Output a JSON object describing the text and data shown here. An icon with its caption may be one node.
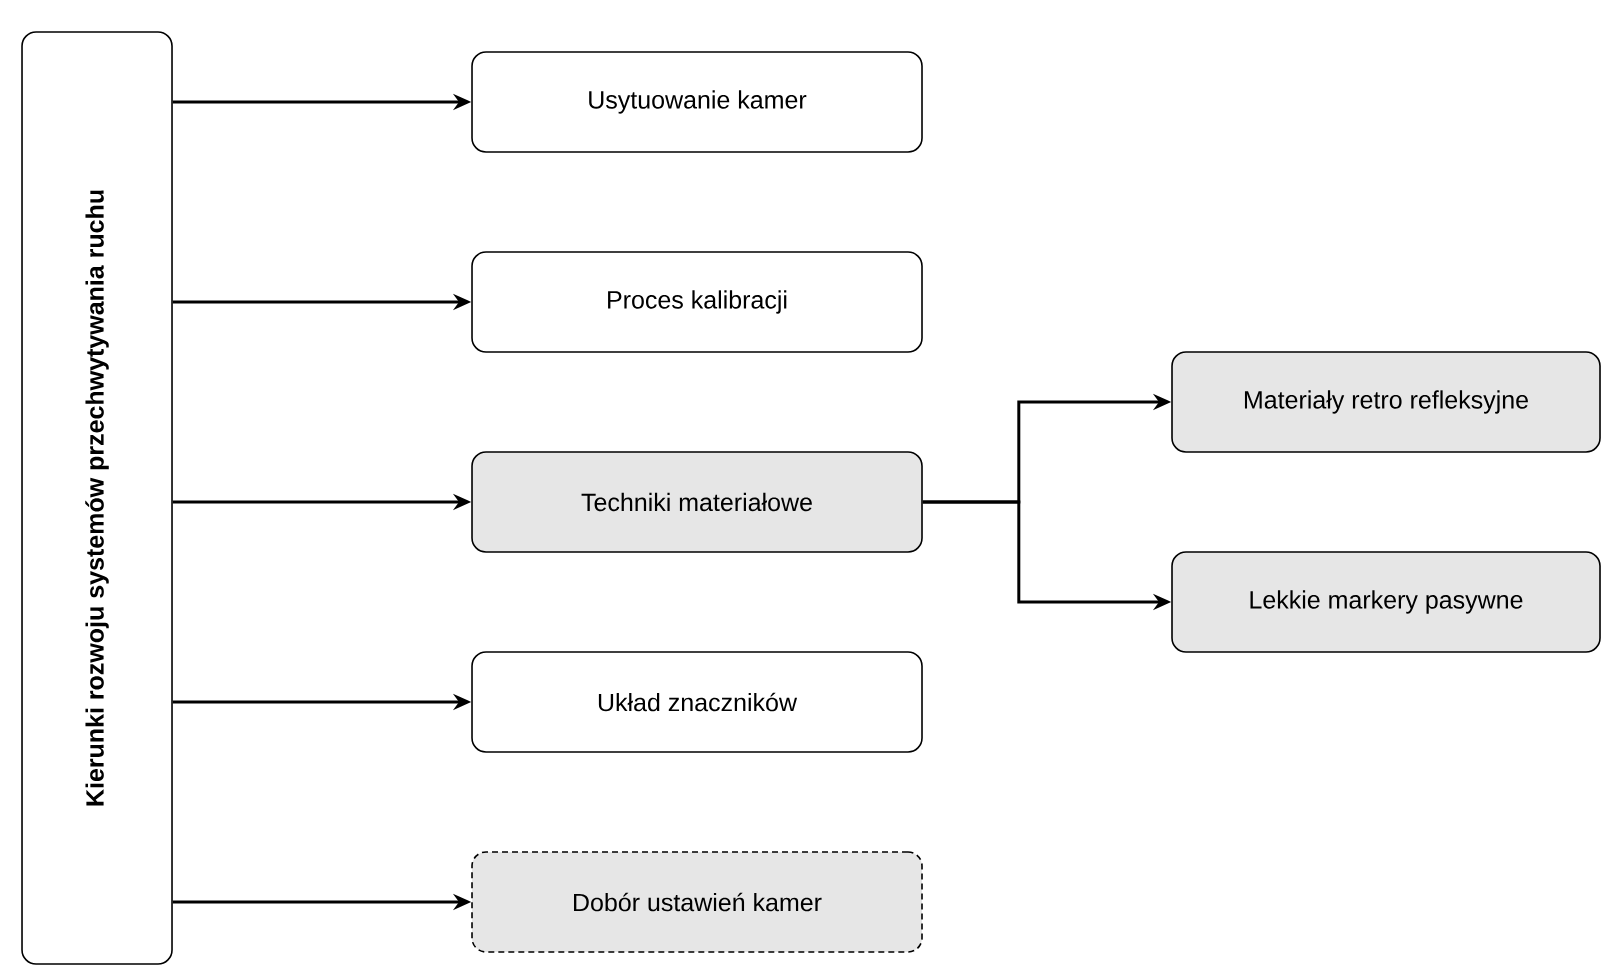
{
  "diagram": {
    "nodes": [
      {
        "text": [
          "Kierunki rozwoju systemów przechwytywania ruchu"
        ]
      },
      {
        "text": [
          "Usytuowanie kamer"
        ]
      },
      {
        "text": [
          "Proces kalibracji"
        ]
      },
      {
        "text": [
          "Techniki materiałowe"
        ]
      },
      {
        "text": [
          "Układ znaczników"
        ]
      },
      {
        "text": [
          "Dobór ustawień kamer"
        ]
      },
      {
        "text": [
          "Materiały retro refleksyjne"
        ]
      },
      {
        "text": [
          "Lekkie markery pasywne"
        ]
      }
    ],
    "edges": [
      {
        "from": 0,
        "to": 1,
        "arrow": "to"
      },
      {
        "from": 0,
        "to": 2,
        "arrow": "to"
      },
      {
        "from": 0,
        "to": 3,
        "arrow": "to"
      },
      {
        "from": 0,
        "to": 4,
        "arrow": "to"
      },
      {
        "from": 0,
        "to": 5,
        "arrow": "to"
      },
      {
        "from": 3,
        "to": 6,
        "arrow": "to"
      },
      {
        "from": 3,
        "to": 7,
        "arrow": "to"
      }
    ]
  }
}
